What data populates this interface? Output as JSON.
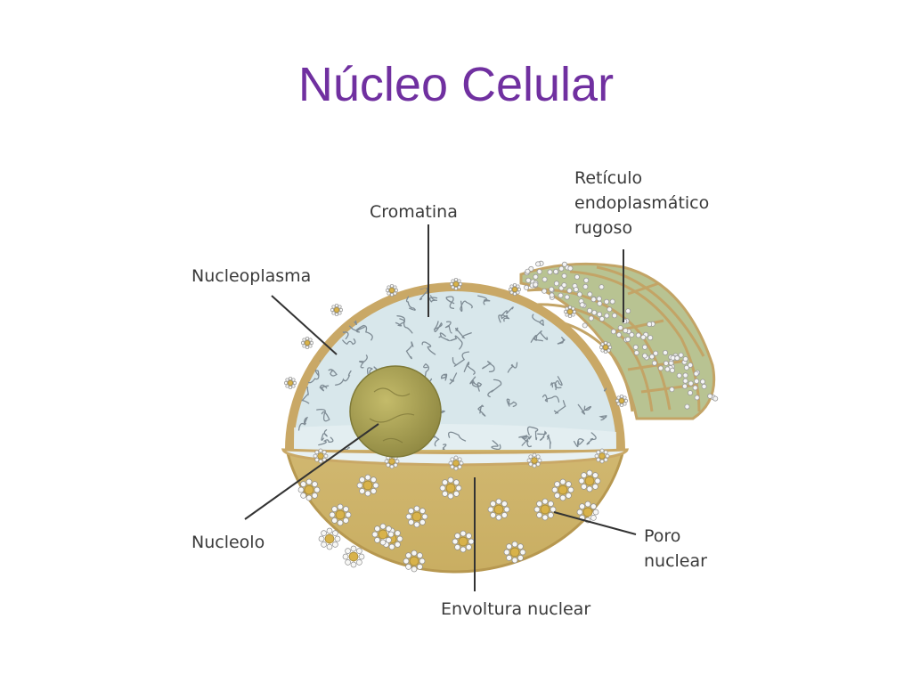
{
  "slide": {
    "title": "Núcleo Celular"
  },
  "labels": {
    "cromatina": "Cromatina",
    "reticulo": "Retículo\nendoplasmático\nrugoso",
    "nucleoplasma": "Nucleoplasma",
    "nucleolo": "Nucleolo",
    "poro": "Poro\nnuclear",
    "envoltura": "Envoltura nuclear"
  },
  "colors": {
    "title": "#7030a0",
    "envelope": "#c9a866",
    "nucleoplasm": "#d6e6ea",
    "lower_hemisphere": "#d9c27e",
    "nucleolus": "#9c9545",
    "reticulum": "#b7c291",
    "chromatin": "#7d8a93",
    "leader_line": "#333333"
  }
}
